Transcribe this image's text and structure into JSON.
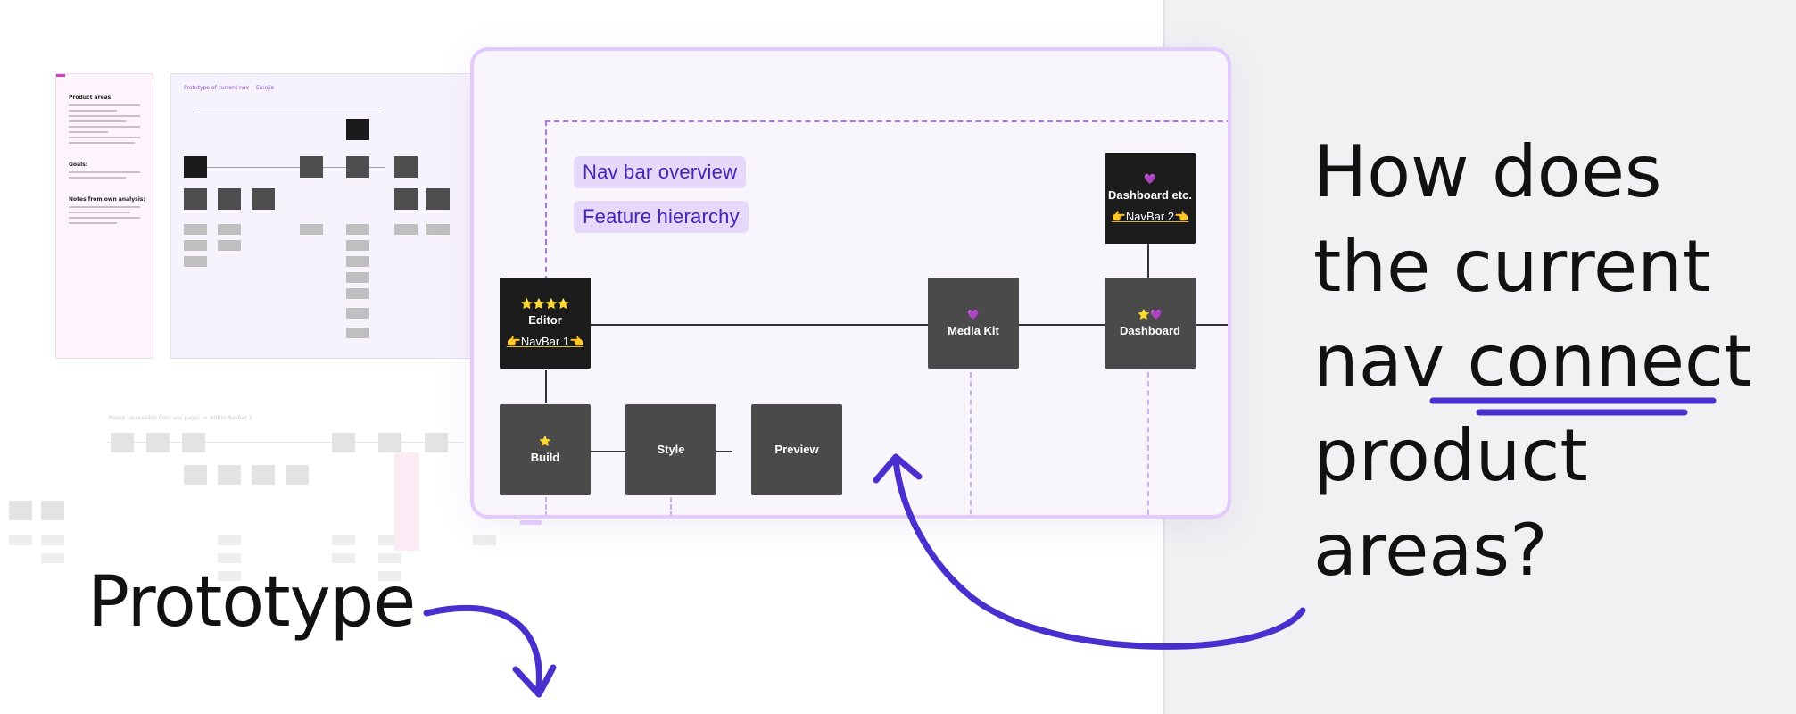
{
  "nav_frame": {
    "chips": [
      "Nav bar overview",
      "Feature hierarchy"
    ],
    "nodes": {
      "editor": {
        "emoji": "⭐⭐⭐⭐",
        "label": "Editor",
        "sub": "👉NavBar 1👈"
      },
      "build": {
        "emoji": "⭐",
        "label": "Build"
      },
      "style": {
        "label": "Style"
      },
      "preview": {
        "label": "Preview"
      },
      "media_kit": {
        "emoji": "💜",
        "label": "Media Kit"
      },
      "dashboard": {
        "emoji": "⭐💜",
        "label": "Dashboard"
      },
      "dashboard_etc": {
        "emoji": "💜",
        "label": "Dashboard etc.",
        "sub": "👉NavBar 2👈"
      }
    }
  },
  "mini_board": {
    "doc_title": "Product areas:",
    "doc_goals": "Goals:",
    "doc_notes": "Notes from own analysis:",
    "proto_title": "Prototype of current nav",
    "emojis_title": "Emojis",
    "faded_caption": "Popup (accessible from any page) -> within NavBar 2"
  },
  "annotations": {
    "prototype_label": "Prototype",
    "question_lines": [
      "How does",
      "the current",
      "nav connect",
      "product",
      "areas?"
    ]
  },
  "colors": {
    "accent": "#4a2fcf",
    "frame_border": "#e2caff",
    "chip_bg": "#e5d8fb",
    "node_bg": "#4a4a4a",
    "node_dark": "#1c1c1c"
  }
}
